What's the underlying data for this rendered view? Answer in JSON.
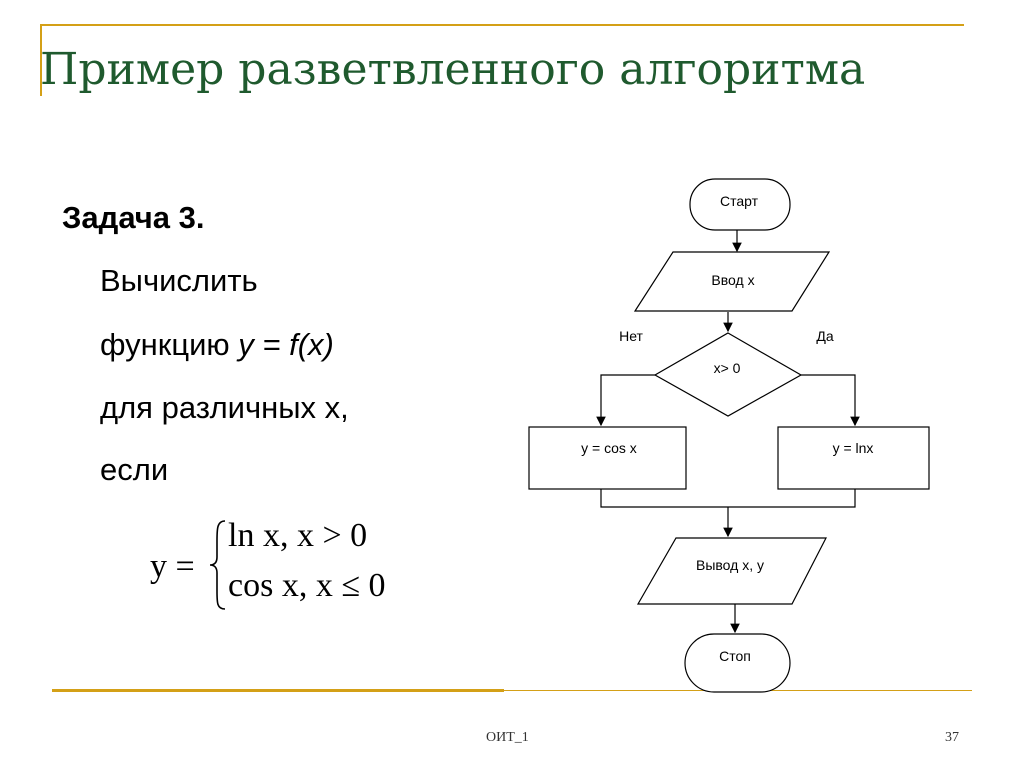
{
  "slide": {
    "title": "Пример разветвленного алгоритма",
    "accent_color": "#d4a017",
    "title_color": "#1f5a2e"
  },
  "task": {
    "title": "Задача 3.",
    "line1": "Вычислить",
    "line2_prefix": "функцию ",
    "line2_formula": "y = f(x)",
    "line3": "для различных x,",
    "line4": "если"
  },
  "formula": {
    "lhs": "y =",
    "case1": "ln x, x > 0",
    "case2": "cos x, x ≤ 0"
  },
  "flowchart": {
    "start": "Старт",
    "input": "Ввод x",
    "condition": "x> 0",
    "no_label": "Нет",
    "yes_label": "Да",
    "left_process": "y = cos x",
    "right_process": "y = lnx",
    "output": "Вывод x, y",
    "stop": "Стоп"
  },
  "footer": {
    "center": "ОИТ_1",
    "page": "37"
  }
}
